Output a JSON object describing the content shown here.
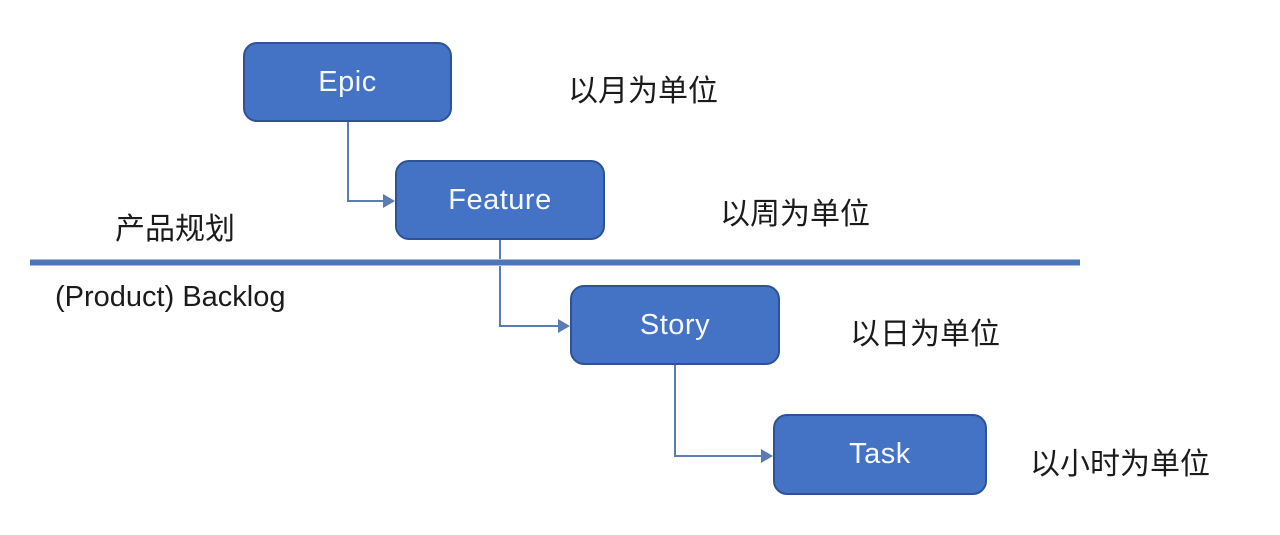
{
  "diagram": {
    "type": "hierarchy-flow",
    "nodes": [
      {
        "id": "epic",
        "label": "Epic",
        "unit_label": "以月为单位"
      },
      {
        "id": "feature",
        "label": "Feature",
        "unit_label": "以周为单位"
      },
      {
        "id": "story",
        "label": "Story",
        "unit_label": "以日为单位"
      },
      {
        "id": "task",
        "label": "Task",
        "unit_label": "以小时为单位"
      }
    ],
    "edges": [
      {
        "from": "Epic",
        "to": "Feature",
        "style": "elbow-arrow"
      },
      {
        "from": "Feature",
        "to": "Story",
        "style": "elbow-arrow"
      },
      {
        "from": "Story",
        "to": "Task",
        "style": "elbow-arrow"
      }
    ],
    "divider": {
      "above_label": "产品规划",
      "below_label": "(Product) Backlog"
    },
    "colors": {
      "node_fill": "#4472c4",
      "node_border": "#2e5395",
      "node_text": "#f5f8fd",
      "connector": "#5b7cb0",
      "divider_line": "#4d76b6",
      "annotation_text": "#1b1b1b",
      "background": "#ffffff"
    }
  }
}
